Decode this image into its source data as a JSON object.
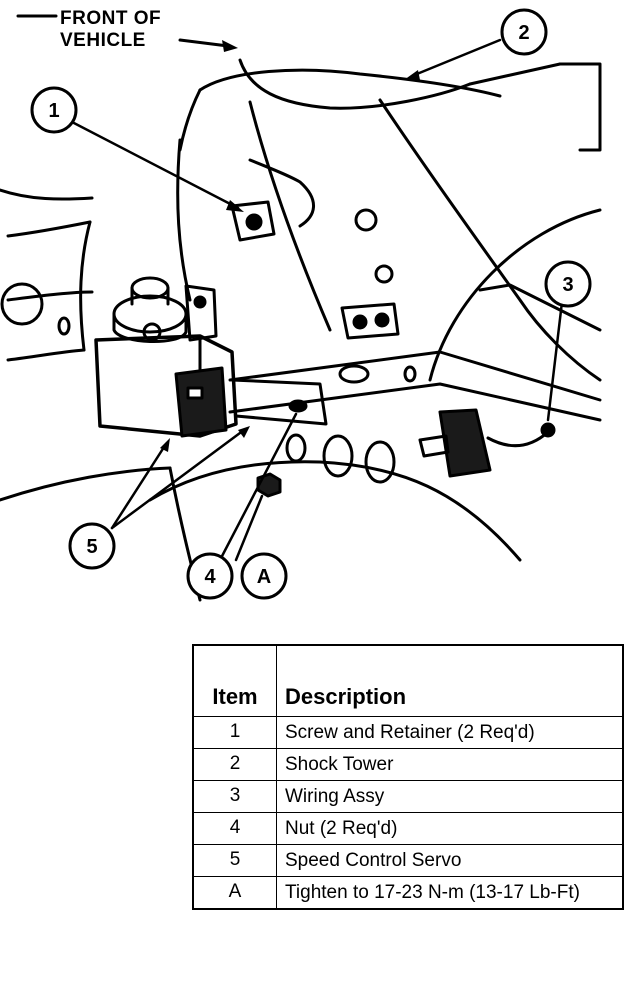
{
  "header": {
    "front_line1": "FRONT OF",
    "front_line2": "VEHICLE"
  },
  "callouts": [
    "1",
    "2",
    "3",
    "4",
    "A",
    "5"
  ],
  "table": {
    "headers": {
      "item": "Item",
      "description": "Description"
    },
    "rows": [
      {
        "item": "1",
        "description": "Screw and Retainer (2 Req'd)"
      },
      {
        "item": "2",
        "description": "Shock Tower"
      },
      {
        "item": "3",
        "description": "Wiring Assy"
      },
      {
        "item": "4",
        "description": "Nut (2 Req'd)"
      },
      {
        "item": "5",
        "description": "Speed Control Servo"
      },
      {
        "item": "A",
        "description": "Tighten to 17-23 N-m (13-17 Lb-Ft)"
      }
    ]
  }
}
